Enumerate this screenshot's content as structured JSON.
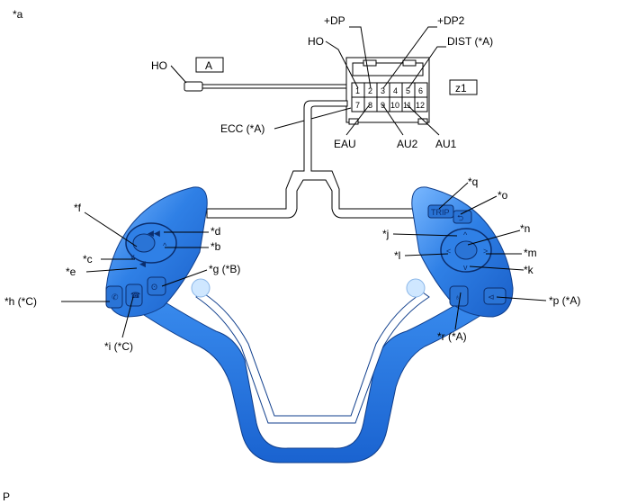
{
  "figure_id": "*a",
  "footer_code": "P",
  "boxed_labels": {
    "wire_harness": "A",
    "connector": "z1"
  },
  "colors": {
    "line": "#000000",
    "pad_blue": "#2f80e6",
    "pad_dark": "#1a5fc8",
    "pad_light": "#7ab8ff",
    "harness_fill": "#ffffff"
  },
  "connector": {
    "top_row": [
      "1",
      "2",
      "3",
      "4",
      "5",
      "6"
    ],
    "bottom_row": [
      "7",
      "8",
      "9",
      "10",
      "11",
      "12"
    ]
  },
  "connector_labels": {
    "ho_harness": "HO",
    "ho_pin": "HO",
    "dp": "+DP",
    "dp2": "+DP2",
    "dist": "DIST (*A)",
    "ecc": "ECC (*A)",
    "eau": "EAU",
    "au2": "AU2",
    "au1": "AU1"
  },
  "callouts": {
    "d": "*d",
    "f": "*f",
    "b": "*b",
    "c": "*c",
    "e": "*e",
    "g": "*g (*B)",
    "h": "*h (*C)",
    "i": "*i (*C)",
    "q": "*q",
    "o": "*o",
    "j": "*j",
    "n": "*n",
    "l": "*l",
    "m": "*m",
    "k": "*k",
    "p": "*p (*A)",
    "r": "*r (*A)"
  },
  "button_glyphs": {
    "seek_back": "◀◀",
    "vol_up": "^",
    "vol_down": "v",
    "mode": "◀",
    "trip": "TRIP",
    "back": "⮌",
    "up": "^",
    "down": "v",
    "left": "<",
    "right": ">"
  },
  "icons": [
    "phone-pickup-icon",
    "phone-hangup-icon",
    "voice-icon",
    "meter-mode-icon"
  ]
}
